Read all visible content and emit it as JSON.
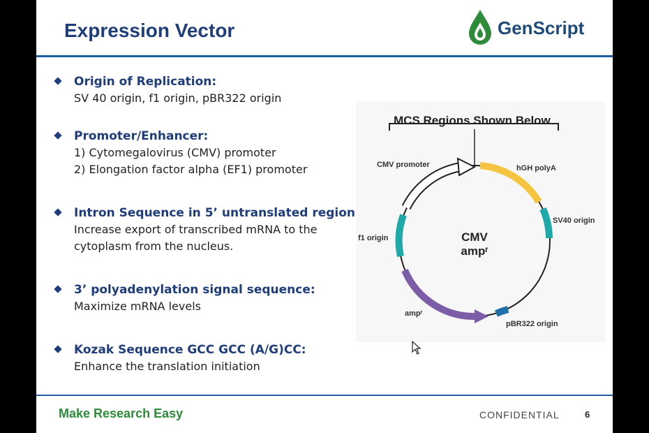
{
  "title": "Expression Vector",
  "logo": {
    "text": "GenScript"
  },
  "bullets": [
    {
      "title": "Origin of Replication:",
      "lines": [
        "SV 40 origin, f1 origin, pBR322 origin"
      ]
    },
    {
      "title": "Promoter/Enhancer:",
      "lines": [
        "1) Cytomegalovirus (CMV) promoter",
        "2) Elongation factor alpha (EF1) promoter"
      ]
    },
    {
      "title": "Intron Sequence in 5’ untranslated region:",
      "lines": [
        "Increase export of transcribed mRNA to the",
        "cytoplasm from the nucleus."
      ]
    },
    {
      "title": "3’ polyadenylation signal sequence:",
      "lines": [
        "Maximize mRNA levels"
      ]
    },
    {
      "title": "Kozak Sequence GCC GCC (A/G)CC:",
      "lines": [
        "Enhance the translation initiation"
      ]
    }
  ],
  "diagram": {
    "mcs_label": "MCS Regions Shown Below",
    "center": [
      "CMV",
      "ampʳ"
    ],
    "labels": {
      "cmv_promoter": "CMV promoter",
      "hgh_polya": "hGH polyA",
      "sv40_origin": "SV40 origin",
      "f1_origin": "f1 origin",
      "amp": "ampʳ",
      "pbr322_origin": "pBR322 origin"
    },
    "colors": {
      "polya": "#f5c542",
      "origin": "#1fa8a8",
      "amp": "#7b5ea7",
      "pbr": "#1f6fa8"
    }
  },
  "footer": {
    "tagline": "Make Research Easy",
    "confidential": "CONFIDENTIAL",
    "page": "6"
  },
  "brand_colors": {
    "title": "#1f3d7a",
    "green": "#2e8b3a",
    "rule": "#1f5fa3"
  }
}
